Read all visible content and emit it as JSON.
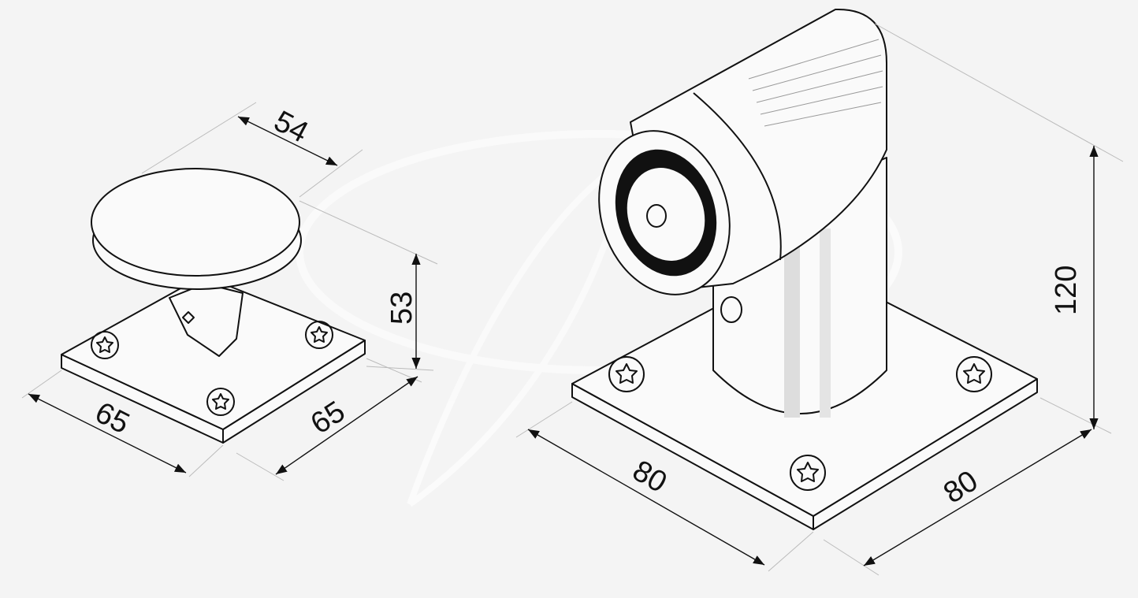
{
  "dimensions": {
    "catch_width": "54",
    "catch_height": "53",
    "catch_base_length": "65",
    "catch_base_width": "65",
    "magnet_base_length": "80",
    "magnet_base_width": "80",
    "magnet_height": "120"
  },
  "colors": {
    "background": "#f4f4f4",
    "line": "#111111"
  }
}
